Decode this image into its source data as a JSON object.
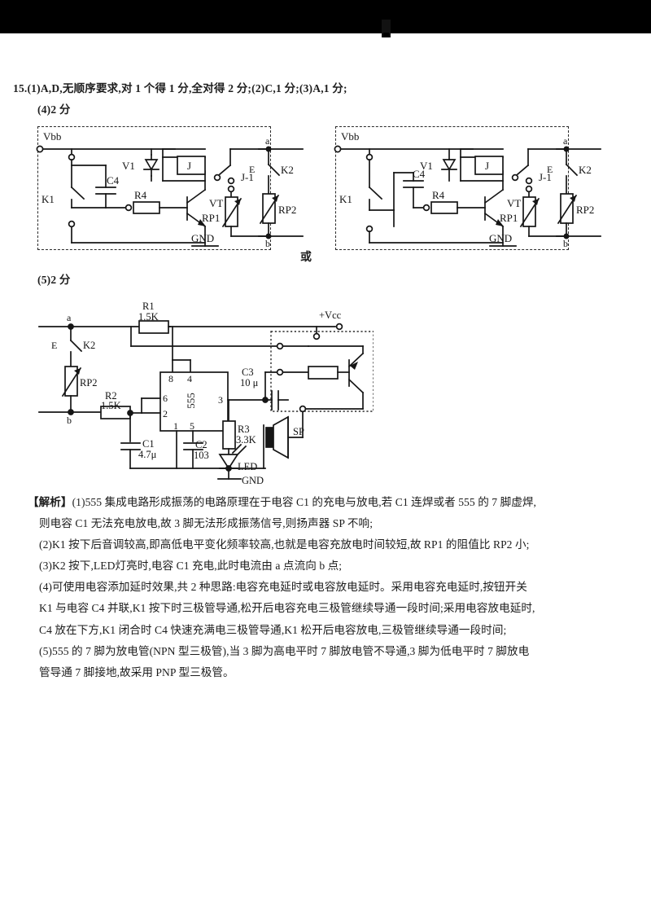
{
  "page": {
    "background_color": "#ffffff",
    "ink_color": "#1b1b1b",
    "top_band_color": "#000000"
  },
  "answers": {
    "question_number": "15.",
    "line1": "(1)A,D,无顺序要求,对 1 个得 1 分,全对得 2 分;(2)C,1 分;(3)A,1 分;",
    "part4_label": "(4)2 分",
    "part5_label": "(5)2 分",
    "or_separator": "或"
  },
  "circuit1": {
    "caption": "relay driver circuit, C4 parallel with K1",
    "labels": {
      "vbb": "Vbb",
      "k1": "K1",
      "c4": "C4",
      "v1": "V1",
      "j": "J",
      "r4": "R4",
      "vt": "VT",
      "gnd": "GND",
      "j1": "J-1",
      "rp1": "RP1",
      "k2": "K2",
      "rp2": "RP2",
      "a": "a",
      "b": "b"
    }
  },
  "circuit2": {
    "caption": "relay driver circuit, C4 below K1 to ground rail",
    "labels": {
      "vbb": "Vbb",
      "k1": "K1",
      "c4": "C4",
      "v1": "V1",
      "j": "J",
      "r4": "R4",
      "vt": "VT",
      "gnd": "GND",
      "j1": "J-1",
      "rp1": "RP1",
      "k2": "K2",
      "rp2": "RP2",
      "a": "a",
      "b": "b"
    }
  },
  "circuit3": {
    "caption": "555 astable oscillator with LED and speaker",
    "labels": {
      "a": "a",
      "b": "b",
      "k2": "K2",
      "rp2": "RP2",
      "r1": "R1",
      "r1_value": "1.5K",
      "r2": "R2",
      "r2_value": "1.5K",
      "vcc": "+Vcc",
      "ic": "555",
      "pin8": "8",
      "pin4": "4",
      "pin6": "6",
      "pin2": "2",
      "pin3": "3",
      "pin1": "1",
      "pin5": "5",
      "c1": "C1",
      "c1_value": "4.7μ",
      "c2": "C2",
      "c2_value": "103",
      "c3": "C3",
      "c3_value": "10 μ",
      "r3": "R3",
      "r3_value": "3.3K",
      "led": "LED",
      "sp": "SP",
      "gnd": "GND"
    }
  },
  "explanation": {
    "tag": "【解析】",
    "lines": [
      {
        "indent": false,
        "tagged": true,
        "text": "(1)555 集成电路形成振荡的电路原理在于电容 C1 的充电与放电,若 C1 连焊或者 555 的 7 脚虚焊,"
      },
      {
        "indent": true,
        "tagged": false,
        "text": "则电容 C1 无法充电放电,故 3 脚无法形成振荡信号,则扬声器 SP 不响;"
      },
      {
        "indent": true,
        "tagged": false,
        "text": "(2)K1 按下后音调较高,即高低电平变化频率较高,也就是电容充放电时间较短,故 RP1 的阻值比 RP2 小;"
      },
      {
        "indent": true,
        "tagged": false,
        "text": "(3)K2 按下,LED灯亮时,电容 C1 充电,此时电流由 a 点流向 b 点;"
      },
      {
        "indent": true,
        "tagged": false,
        "text": "(4)可使用电容添加延时效果,共 2 种思路:电容充电延时或电容放电延时。采用电容充电延时,按钮开关"
      },
      {
        "indent": true,
        "tagged": false,
        "text": "K1 与电容 C4 并联,K1 按下时三极管导通,松开后电容充电三极管继续导通一段时间;采用电容放电延时,"
      },
      {
        "indent": true,
        "tagged": false,
        "text": "C4 放在下方,K1 闭合时 C4 快速充满电三极管导通,K1 松开后电容放电,三极管继续导通一段时间;"
      },
      {
        "indent": true,
        "tagged": false,
        "text": "(5)555 的 7 脚为放电管(NPN 型三极管),当 3 脚为高电平时 7 脚放电管不导通,3 脚为低电平时 7 脚放电"
      },
      {
        "indent": true,
        "tagged": false,
        "text": "管导通 7 脚接地,故采用 PNP 型三极管。"
      }
    ]
  }
}
